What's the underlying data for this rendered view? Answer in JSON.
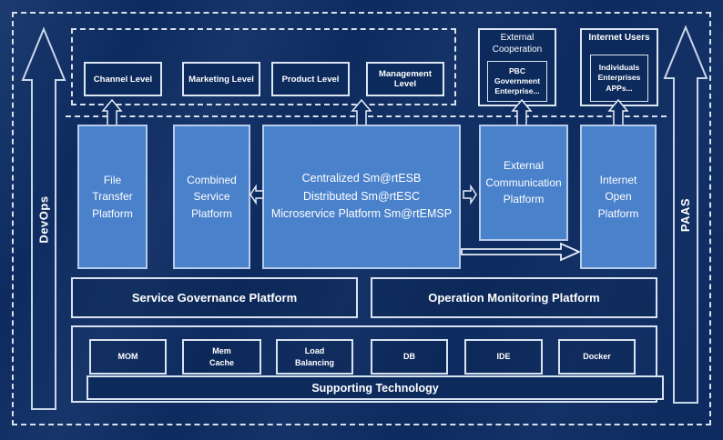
{
  "rails": {
    "left": "DevOps",
    "right": "PAAS"
  },
  "levels": [
    "Channel Level",
    "Marketing Level",
    "Product Level",
    "Management Level"
  ],
  "external_cooperation": {
    "title": "External Cooperation",
    "members": "PBC Government\nEnterprise..."
  },
  "internet_users": {
    "title": "Internet Users",
    "members": "Individuals\nEnterprises\nAPPs..."
  },
  "platforms": {
    "file_transfer": "File\nTransfer\nPlatform",
    "combined_service": "Combined\nService\nPlatform",
    "esb": "Centralized Sm@rtESB\nDistributed Sm@rtESC\nMicroservice Platform Sm@rtEMSP",
    "external_communication": "External\nCommunication\nPlatform",
    "internet_open": "Internet\nOpen\nPlatform"
  },
  "governance": {
    "service": "Service Governance Platform",
    "operation": "Operation Monitoring Platform"
  },
  "supporting": {
    "technologies": [
      "MOM",
      "Mem\nCache",
      "Load\nBalancing",
      "DB",
      "IDE",
      "Docker"
    ],
    "banner": "Supporting Technology"
  },
  "colors": {
    "background": "#0d2b5f",
    "dark_box": "#0c2a5c",
    "light_box": "#4a81cb",
    "light_box_border": "#b7cce9",
    "line": "#dce6f4",
    "text": "#ffffff"
  }
}
